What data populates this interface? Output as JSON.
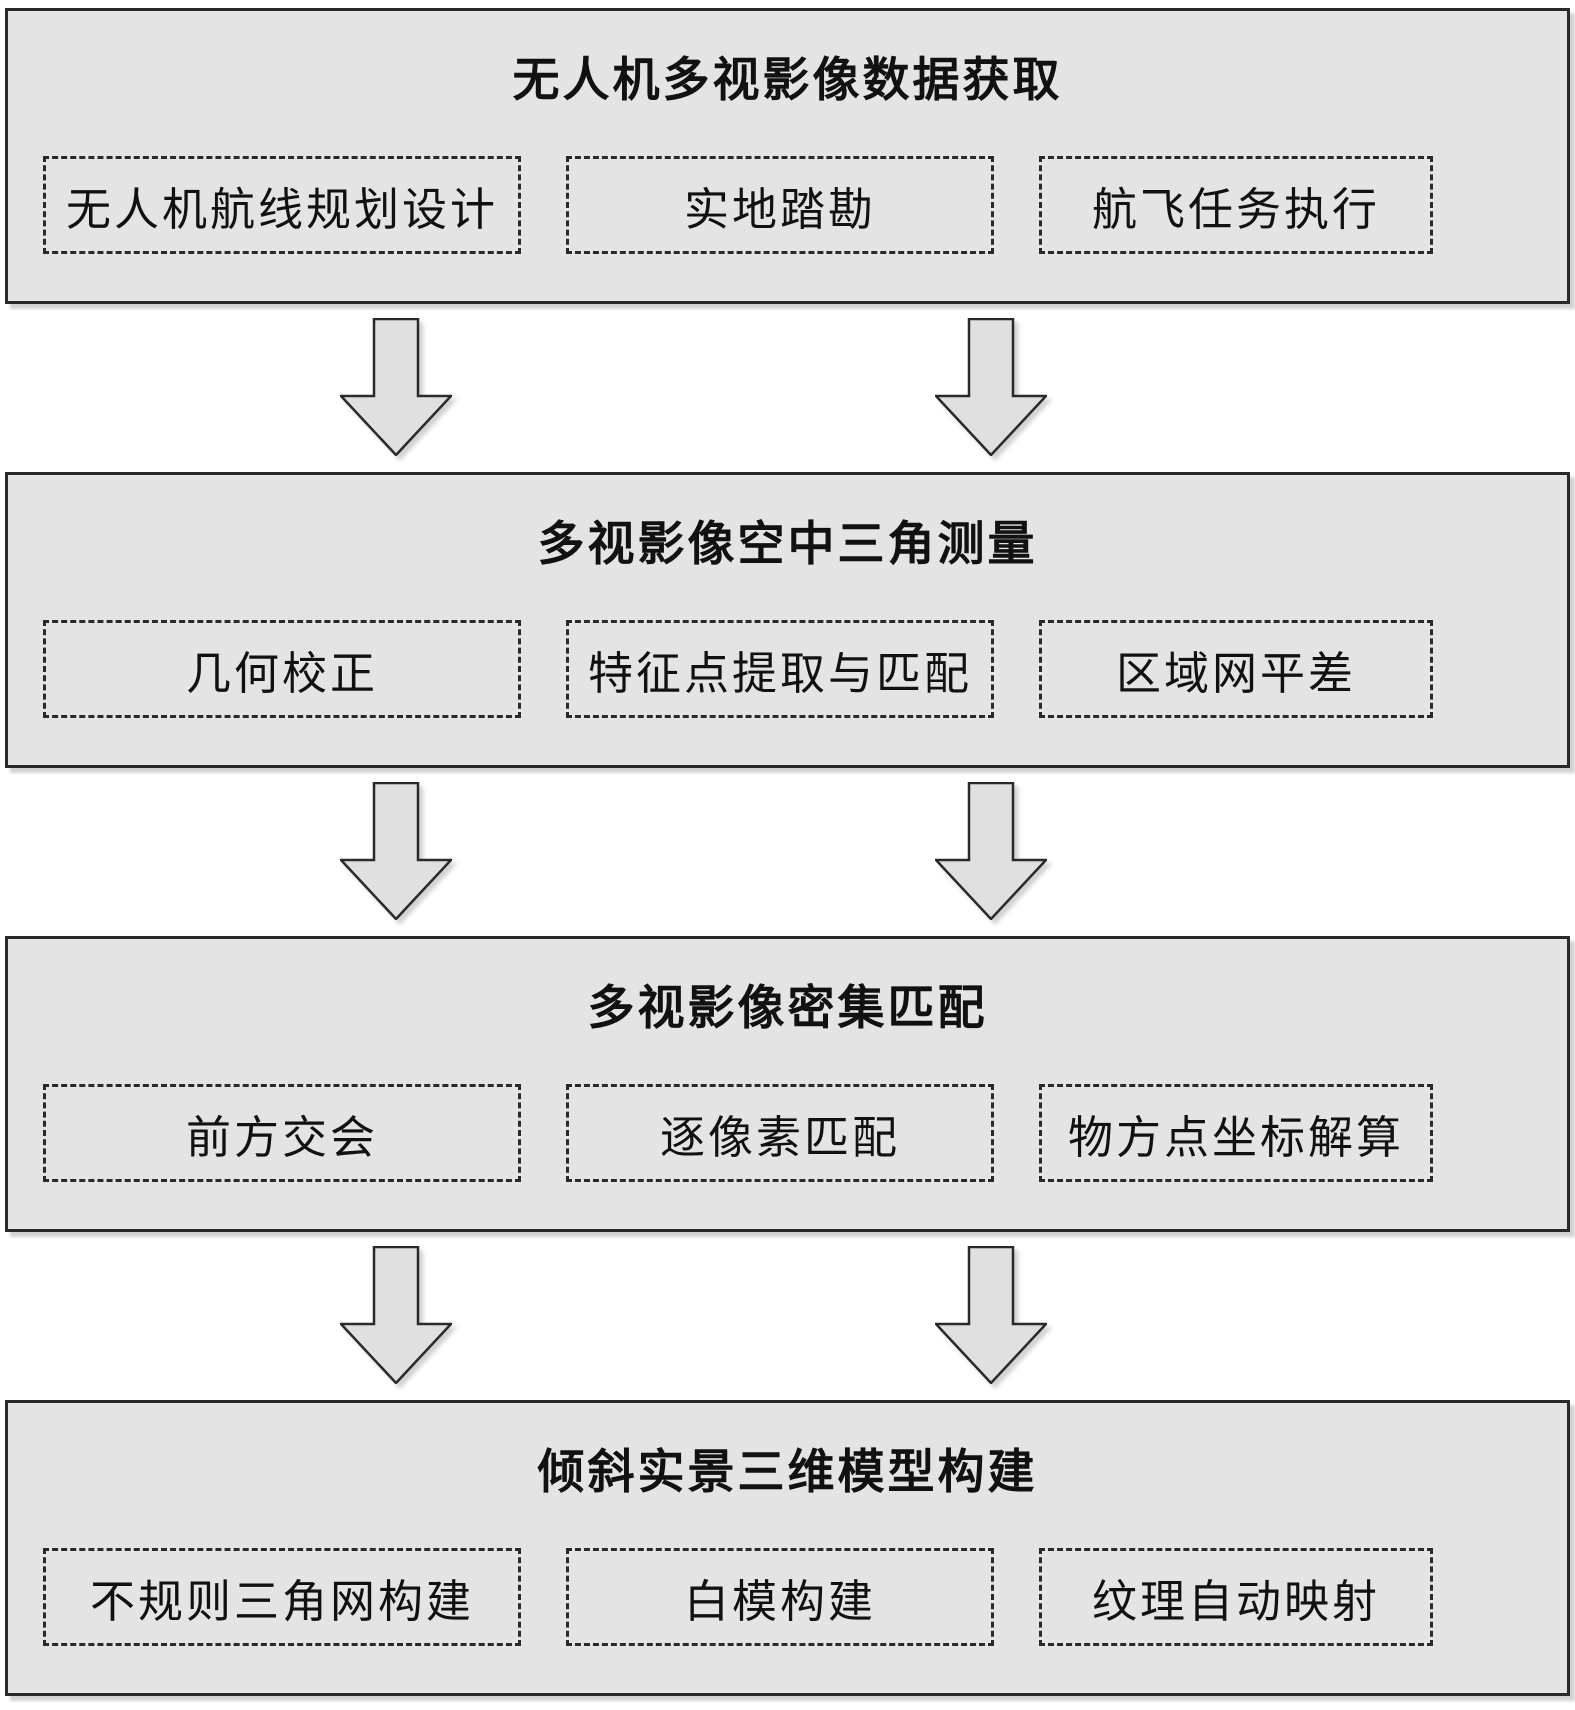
{
  "stages": [
    {
      "title": "无人机多视影像数据获取",
      "items": [
        "无人机航线规划设计",
        "实地踏勘",
        "航飞任务执行"
      ]
    },
    {
      "title": "多视影像空中三角测量",
      "items": [
        "几何校正",
        "特征点提取与匹配",
        "区域网平差"
      ]
    },
    {
      "title": "多视影像密集匹配",
      "items": [
        "前方交会",
        "逐像素匹配",
        "物方点坐标解算"
      ]
    },
    {
      "title": "倾斜实景三维模型构建",
      "items": [
        "不规则三角网构建",
        "白模构建",
        "纹理自动映射"
      ]
    }
  ],
  "colors": {
    "background": "#ffffff",
    "box_fill": "#e4e4e4",
    "box_border": "#2a2a2a",
    "dashed_border": "#2a2a2a",
    "arrow_fill": "#e0e0e0",
    "text": "#111111"
  }
}
